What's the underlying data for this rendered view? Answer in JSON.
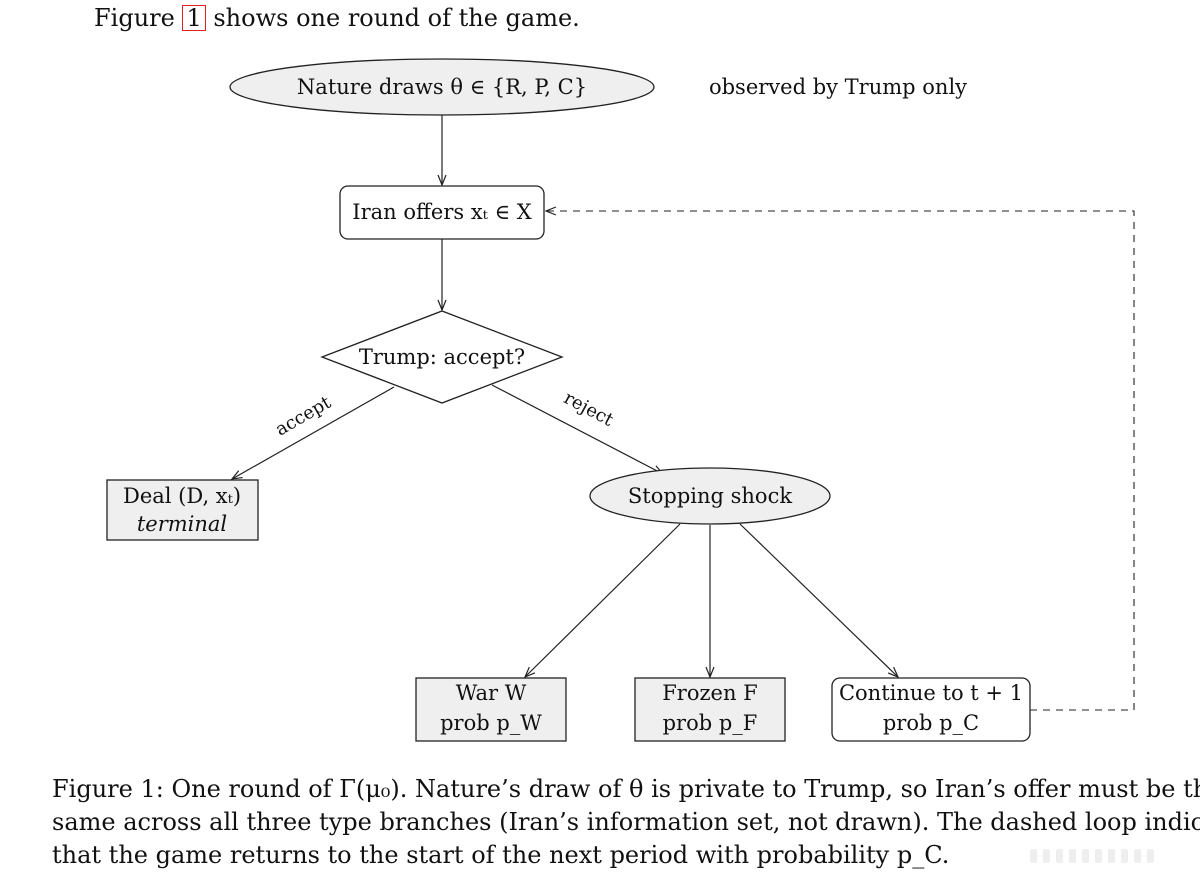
{
  "intro": {
    "before": "Figure ",
    "ref": "1",
    "after": " shows one round of the game."
  },
  "diagram": {
    "nodes": {
      "nature": "Nature draws θ ∈ {R, P, C}",
      "observed_note": "observed by Trump only",
      "iran": "Iran offers xₜ ∈ X",
      "trump": "Trump: accept?",
      "deal_line1": "Deal (D, xₜ)",
      "deal_line2": "terminal",
      "shock": "Stopping shock",
      "war_line1": "War W",
      "war_line2": "prob p_W",
      "frozen_line1": "Frozen F",
      "frozen_line2": "prob p_F",
      "continue_line1": "Continue to t + 1",
      "continue_line2": "prob p_C"
    },
    "edges": {
      "accept": "accept",
      "reject": "reject"
    }
  },
  "caption": {
    "line1": "Figure 1: One round of Γ(μ₀). Nature’s draw of θ is private to Trump, so Iran’s offer must be the",
    "line2": "same across all three type branches (Iran’s information set, not drawn). The dashed loop indicates",
    "line3": "that the game returns to the start of the next period with probability p_C."
  }
}
